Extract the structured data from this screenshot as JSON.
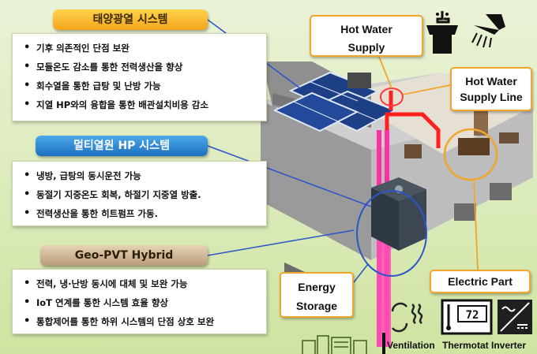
{
  "sections": [
    {
      "title": "태양광열 시스템",
      "items": [
        "기후 의존적인 단점 보완",
        "모듈온도 감소를 통한 전력생산을 향상",
        "회수열을 통한 급탕 및 난방 가능",
        "지열 HP와의 융합을 통한 배관설치비용 감소"
      ]
    },
    {
      "title": "멀티열원 HP 시스템",
      "items": [
        "냉방, 급탕의 동시운전 가능",
        "동절기 지중온도 회복, 하절기 지중열 방출.",
        "전력생산을 통한 히트펌프 가동."
      ]
    },
    {
      "title": "Geo-PVT Hybrid",
      "items": [
        "전력, 냉·난방 동시에 대체 및 보완 가능",
        "IoT 연계를 통한 시스템 효율 향상",
        "통합제어를 통한 하위 시스템의 단점 상호 보완"
      ]
    }
  ],
  "callouts": {
    "hot_water_supply": [
      "Hot Water",
      "Supply"
    ],
    "hot_water_supply_line": [
      "Hot Water",
      "Supply Line"
    ],
    "energy_storage": [
      "Energy",
      "Storage"
    ],
    "electric_part": "Electric Part"
  },
  "bottom_icons": {
    "ventilation": "Ventilation",
    "thermostat": "Thermotat",
    "inverter": "Inverter",
    "thermostat_display": "72"
  },
  "icons": [
    "sink-icon",
    "shower-icon",
    "ventilation-icon",
    "thermostat-icon",
    "inverter-icon",
    "city-buildings-icon"
  ],
  "colors": {
    "solar_header": "#f4a51c",
    "hp_header": "#1e6fc0",
    "hybrid_header": "#b99d7a",
    "callout_border": "#f0a52c",
    "connector_line": "#2b55c9",
    "hot_pipe": "#ff2020",
    "geo_pipe": "#ff2fa6"
  }
}
